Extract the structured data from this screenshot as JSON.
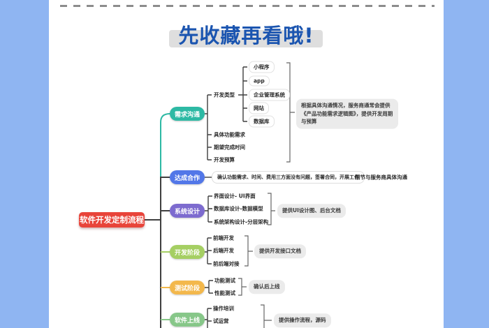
{
  "banner": {
    "title": "先收藏再看哦!"
  },
  "colors": {
    "background": "#8fb5f2",
    "title_blue": "#1b55b0",
    "root_red": "#e8443a",
    "branch_colors": [
      "#2db9a4",
      "#5277e8",
      "#7d6bcf",
      "#a5cf63",
      "#f3b84c",
      "#87c789"
    ],
    "note_gray": "#ebebeb"
  },
  "map": {
    "root": "软件开发定制流程",
    "branches": [
      {
        "label": "需求沟通",
        "children": [
          "开发类型",
          "具体功能需求",
          "期望完成时间",
          "开发预算"
        ],
        "subchildren": [
          "小程序",
          "app",
          "企业管理系统",
          "网站",
          "数据库"
        ],
        "note": "根据具体沟通情况，服务商通常会提供《产品功能需求逻辑图》，提供开发周期与预算"
      },
      {
        "label": "达成合作",
        "children": [
          "确认功能需求、时间、费用三方面没有问题，签署合同，开展工作"
        ],
        "note": "细节与服务商具体沟通"
      },
      {
        "label": "系统设计",
        "children": [
          "界面设计- UI界面",
          "数据库设计-数据模型",
          "系统架构设计-分层架构"
        ],
        "note": "提供UI设计图、后台文档"
      },
      {
        "label": "开发阶段",
        "children": [
          "前端开发",
          "后端开发",
          "前后端对接"
        ],
        "note": "提供开发接口文档"
      },
      {
        "label": "测试阶段",
        "children": [
          "功能测试",
          "性能测试"
        ],
        "note": "确认后上线"
      },
      {
        "label": "软件上线",
        "children": [
          "操作培训",
          "试运营"
        ],
        "note": "提供操作流程，源码"
      }
    ]
  }
}
